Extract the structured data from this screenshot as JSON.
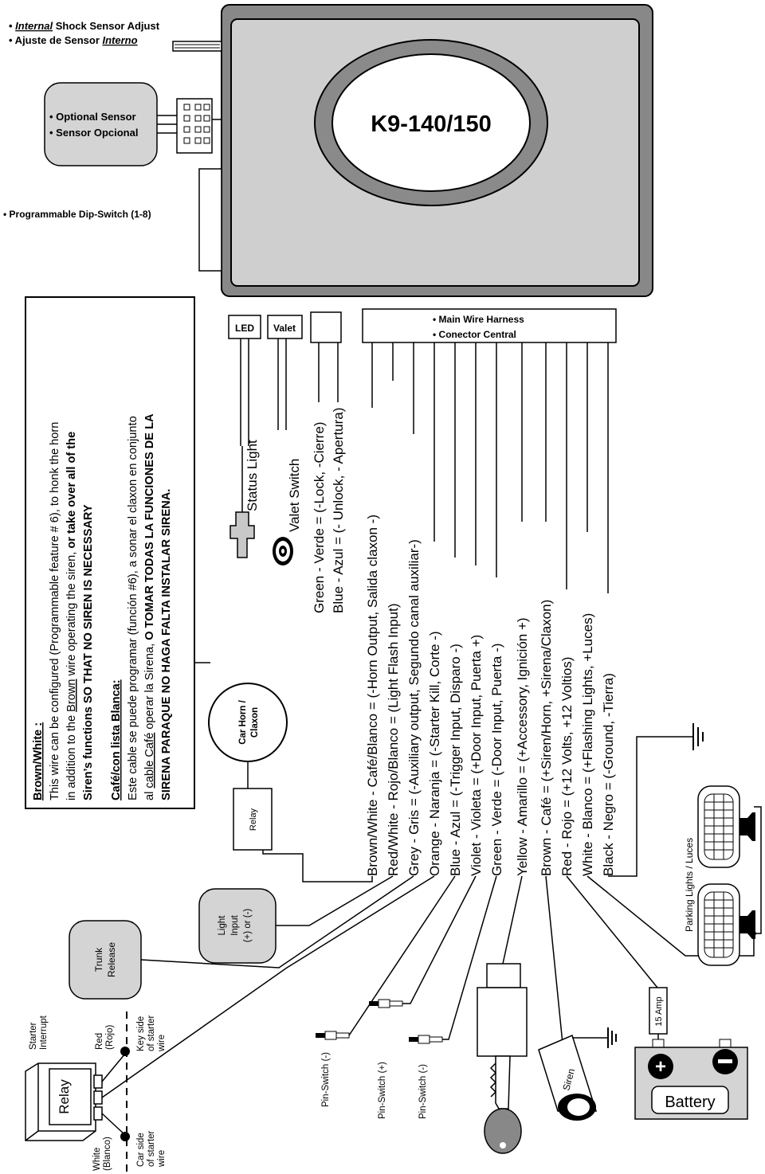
{
  "module": {
    "title": "K9-140/150"
  },
  "top_labels": {
    "shock_en_word": "Internal",
    "shock_en_rest": " Shock Sensor Adjust",
    "shock_es_rest": "• Ajuste de Sensor ",
    "shock_es_word": "Interno",
    "bullet": "• ",
    "opt_sensor_en": "• Optional Sensor",
    "opt_sensor_es": "• Sensor Opcional",
    "dip_switch": "• Programmable Dip-Switch (1-8)"
  },
  "connectors": {
    "led": "LED",
    "valet": "Valet",
    "harness_en": "• Main Wire Harness",
    "harness_es": "• Conector Central"
  },
  "small_wires": {
    "status_light": "Status Light",
    "valet_switch": "Valet  Switch",
    "green_lock": "Green - Verde = (-Lock, -Cierre)",
    "blue_unlock": "Blue - Azul = (- Unlock, - Apertura)"
  },
  "harness_wires": [
    "Brown/White - Café/Blanco = (-Horn Output,   Salida claxon -)",
    "Red/White - Rojo/Blanco = (Light Flash Input)",
    "Grey  -  Gris = (-Auxiliary output, Segundo canal auxiliar-)",
    "Orange - Naranja = (-Starter Kill, Corte -)",
    "Blue - Azul = (-Trigger Input, Disparo -)",
    "Violet - Violeta = (+Door Input, Puerta +)",
    "Green - Verde = (-Door Input, Puerta -)",
    "Yellow  -  Amarillo = (+Accessory, Ignición +)",
    "Brown - Café = (+Siren/Horn, +Sirena/Claxon)",
    "Red - Rojo = (+12 Volts, +12 Voltios)",
    "White - Blanco = (+Flashing Lights, +Luces)",
    "Black - Negro = (-Ground, -Tierra)"
  ],
  "note": {
    "title_en": "Brown/White :",
    "en_line1": "This wire can be configured (Programmable feature # 6), to honk the horn",
    "en_line2_a": "in addition to the ",
    "en_line2_u": "Brown",
    "en_line2_b": " wire operating the siren, ",
    "en_line2_bold": "or take over all of  the",
    "en_line3": "Siren’s  functions SO THAT NO SIREN IS NECESSARY",
    "title_es": "Café/con lista Blanca:",
    "es_line1": "Este cable se puede programar (función #6), a sonar el claxon en conjunto",
    "es_line2_a": "al ",
    "es_line2_u": "cable Café",
    "es_line2_b": " operar la Sirena, ",
    "es_line2_bold": "O TOMAR TODAS LA FUNCIONES DE LA",
    "es_line3": "SIRENA PARAQUE NO HAGA FALTA INSTALAR SIRENA."
  },
  "components": {
    "horn_1": "Car Horn /",
    "horn_2": "Claxon",
    "relay": "Relay",
    "light_input_1": "Light",
    "light_input_2": "Input",
    "light_input_3": "(+) or (-)",
    "trunk_1": "Trunk",
    "trunk_2": "Release",
    "starter_interrupt_1": "Starter",
    "starter_interrupt_2": "Interrupt",
    "red_rojo_1": "Red",
    "red_rojo_2": "(Rojo)",
    "key_side_1": "Key side",
    "key_side_2": "of starter",
    "key_side_3": "wire",
    "car_side_1": "Car side",
    "car_side_2": "of starter",
    "car_side_3": "wire",
    "white_blanco_1": "White",
    "white_blanco_2": "(Blanco)",
    "starter_relay": "Relay",
    "pin_minus_1": "Pin-Switch (-)",
    "pin_plus": "Pin-Switch (+)",
    "pin_minus_2": "Pin-Switch (-)",
    "siren": "Siren",
    "fuse": "15 Amp",
    "battery": "Battery",
    "parking": "Parking Lights / Luces"
  }
}
